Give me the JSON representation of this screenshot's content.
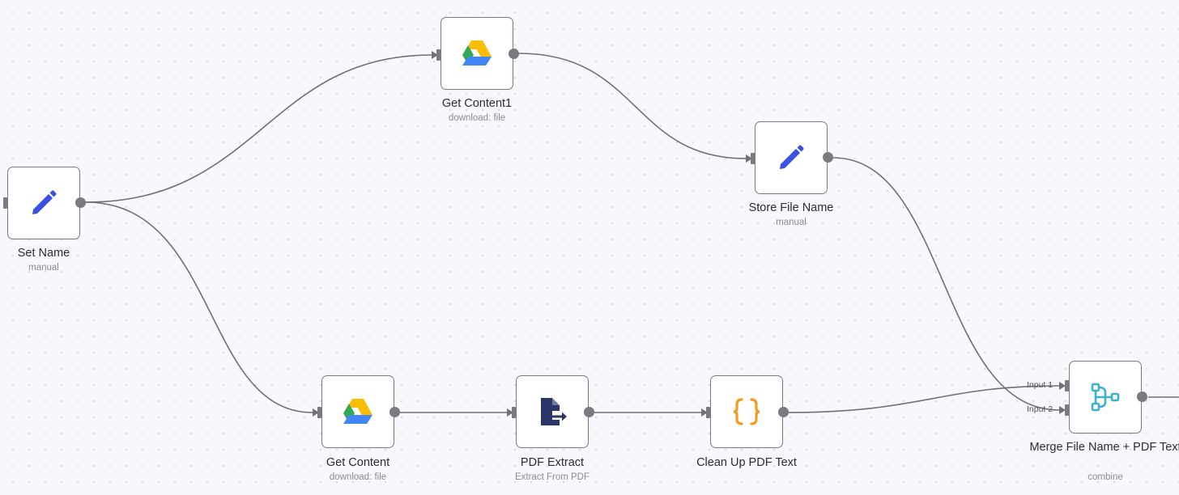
{
  "nodes": {
    "set_name": {
      "title": "Set Name",
      "subtitle": "manual",
      "icon": "pencil-icon"
    },
    "get_content1": {
      "title": "Get Content1",
      "subtitle": "download: file",
      "icon": "google-drive-icon"
    },
    "store_file_name": {
      "title": "Store File Name",
      "subtitle": "manual",
      "icon": "pencil-icon"
    },
    "get_content": {
      "title": "Get Content",
      "subtitle": "download: file",
      "icon": "google-drive-icon"
    },
    "pdf_extract": {
      "title": "PDF Extract",
      "subtitle": "Extract From PDF",
      "icon": "pdf-extract-icon"
    },
    "clean_up": {
      "title": "Clean Up PDF Text",
      "subtitle": "",
      "icon": "code-braces-icon"
    },
    "merge": {
      "title": "Merge File Name + PDF Text",
      "subtitle": "combine",
      "icon": "merge-icon",
      "inputs": [
        "Input 1",
        "Input 2"
      ]
    }
  },
  "colors": {
    "pencil": "#3b4fe0",
    "braces": "#f29b21",
    "merge": "#3fb0c9",
    "pdf": "#2b3568",
    "edge": "#6f6f75"
  }
}
